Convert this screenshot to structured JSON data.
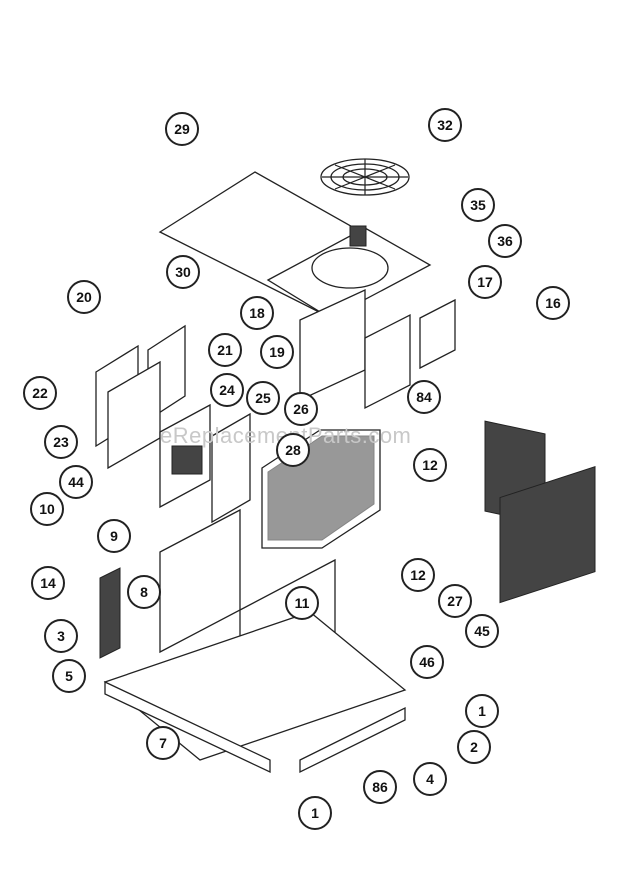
{
  "watermark": "eReplacementParts.com",
  "callouts": [
    "29",
    "32",
    "35",
    "36",
    "30",
    "20",
    "17",
    "16",
    "18",
    "19",
    "21",
    "22",
    "24",
    "25",
    "26",
    "84",
    "23",
    "28",
    "12",
    "44",
    "10",
    "9",
    "14",
    "8",
    "11",
    "27",
    "3",
    "45",
    "5",
    "46",
    "1",
    "7",
    "2",
    "86",
    "4",
    "1"
  ]
}
